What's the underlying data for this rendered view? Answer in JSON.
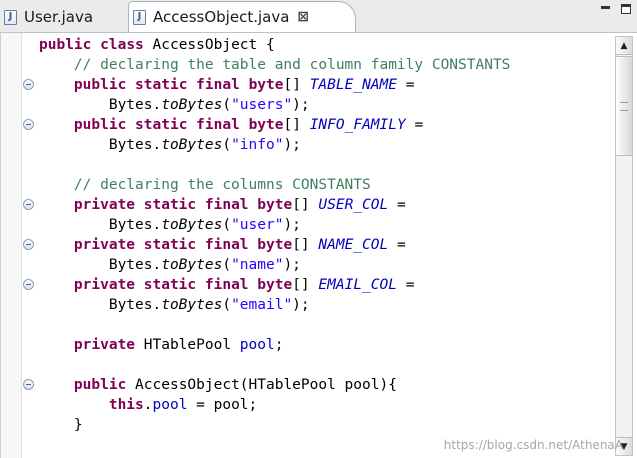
{
  "tabs": [
    {
      "label": "User.java",
      "active": false,
      "icon": "java-file-icon"
    },
    {
      "label": "AccessObject.java",
      "active": true,
      "icon": "java-file-icon",
      "close_glyph": "⊠"
    }
  ],
  "window_controls": {
    "minimize": "minimize-icon",
    "maximize": "maximize-icon"
  },
  "editor": {
    "language": "java",
    "lines": [
      "public class AccessObject {",
      "    // declaring the table and column family CONSTANTS",
      "    public static final byte[] TABLE_NAME =",
      "        Bytes.toBytes(\"users\");",
      "    public static final byte[] INFO_FAMILY =",
      "        Bytes.toBytes(\"info\");",
      "",
      "    // declaring the columns CONSTANTS",
      "    private static final byte[] USER_COL =",
      "        Bytes.toBytes(\"user\");",
      "    private static final byte[] NAME_COL =",
      "        Bytes.toBytes(\"name\");",
      "    private static final byte[] EMAIL_COL =",
      "        Bytes.toBytes(\"email\");",
      "",
      "    private HTablePool pool;",
      "",
      "    public AccessObject(HTablePool pool){",
      "        this.pool = pool;",
      "    }"
    ],
    "fold_markers_on_lines": [
      3,
      5,
      9,
      11,
      13,
      18
    ]
  },
  "scrollbar": {
    "up_arrow": "▲",
    "down_arrow": "▼",
    "position": 0.05
  },
  "watermark": "https://blog.csdn.net/AthenaA"
}
